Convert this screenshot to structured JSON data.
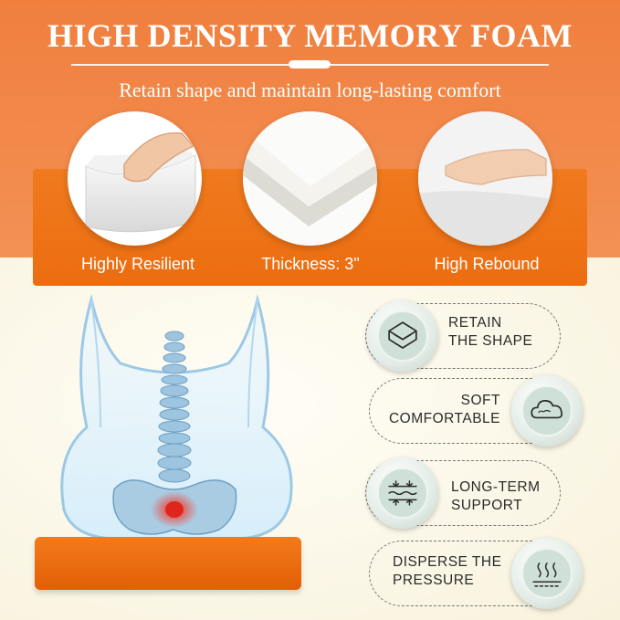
{
  "header": {
    "title": "HIGH DENSITY MEMORY FOAM",
    "subtitle": "Retain shape and maintain long-lasting comfort"
  },
  "features": [
    {
      "label": "Highly Resilient",
      "icon": "foam-press-hand"
    },
    {
      "label": "Thickness: 3\"",
      "icon": "foam-sheet-corner"
    },
    {
      "label": "High Rebound",
      "icon": "hand-on-foam"
    }
  ],
  "benefits": [
    {
      "line1": "RETAIN",
      "line2": "THE SHAPE",
      "icon": "layered-box-icon"
    },
    {
      "line1": "SOFT",
      "line2": "COMFORTABLE",
      "icon": "cloud-icon"
    },
    {
      "line1": "LONG-TERM",
      "line2": "SUPPORT",
      "icon": "compression-arrows-icon"
    },
    {
      "line1": "DISPERSE THE",
      "line2": "PRESSURE",
      "icon": "heat-waves-icon"
    }
  ],
  "colors": {
    "orange": "#f07f3e",
    "band_orange": "#ec6d10",
    "cream": "#fbf7ea",
    "badge_green": "#cfe0d8"
  }
}
